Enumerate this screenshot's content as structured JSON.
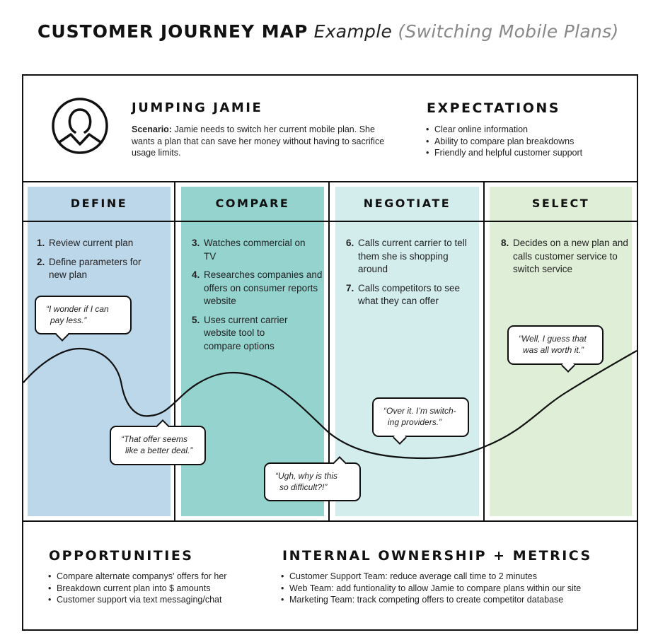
{
  "title": {
    "main": "CUSTOMER JOURNEY MAP",
    "example": "Example",
    "subtitle": "(Switching Mobile Plans)"
  },
  "persona": {
    "icon": "user-avatar-icon",
    "name": "JUMPING JAMIE",
    "scenario_label": "Scenario:",
    "scenario_text": "Jamie needs to switch her current mobile plan. She wants a plan that can save her money without having to sacrifice usage limits."
  },
  "expectations": {
    "title": "EXPECTATIONS",
    "items": [
      "Clear online information",
      "Ability to compare plan breakdowns",
      "Friendly and helpful customer support"
    ]
  },
  "phases": [
    {
      "label": "DEFINE",
      "color": "#bdd7ea",
      "steps": [
        {
          "num": "1.",
          "text": "Review current plan"
        },
        {
          "num": "2.",
          "text": "Define parameters for new plan"
        }
      ]
    },
    {
      "label": "COMPARE",
      "color": "#95d3cf",
      "steps": [
        {
          "num": "3.",
          "text": "Watches commercial on TV"
        },
        {
          "num": "4.",
          "text": "Researches companies and offers on consumer reports website"
        },
        {
          "num": "5.",
          "text": "Uses current carrier website tool to compare options"
        }
      ]
    },
    {
      "label": "NEGOTIATE",
      "color": "#d3ecec",
      "steps": [
        {
          "num": "6.",
          "text": "Calls current carrier to tell them she is shopping around"
        },
        {
          "num": "7.",
          "text": "Calls competitors to see what they can offer"
        }
      ]
    },
    {
      "label": "SELECT",
      "color": "#dfeed7",
      "steps": [
        {
          "num": "8.",
          "text": "Decides on a new plan and calls customer service to switch service"
        }
      ]
    }
  ],
  "quotes": [
    {
      "line1": "“I wonder if I can",
      "line2": "pay less.”"
    },
    {
      "line1": "“That offer seems",
      "line2": "like a better deal.”"
    },
    {
      "line1": "“Ugh, why is this",
      "line2": "so difficult?!”"
    },
    {
      "line1": "“Over it. I’m switch-",
      "line2": "ing providers.”"
    },
    {
      "line1": "“Well, I guess that",
      "line2": "was all worth it.”"
    }
  ],
  "emotion_curve": {
    "description": "Emotional journey line across phases",
    "relative_levels": [
      {
        "phase": "DEFINE",
        "shape": "rises to a high then dips low"
      },
      {
        "phase": "COMPARE",
        "shape": "rises to a moderate peak then falls"
      },
      {
        "phase": "NEGOTIATE",
        "shape": "lowest point"
      },
      {
        "phase": "SELECT",
        "shape": "rises steadily to the highest point"
      }
    ]
  },
  "opportunities": {
    "title": "OPPORTUNITIES",
    "items": [
      "Compare alternate companys' offers for her",
      "Breakdown current plan into $ amounts",
      "Customer support via text messaging/chat"
    ]
  },
  "ownership": {
    "title": "INTERNAL OWNERSHIP + METRICS",
    "items": [
      "Customer Support Team: reduce average call time to 2 minutes",
      "Web Team: add funtionality to allow Jamie to compare plans within our site",
      "Marketing Team: track competing offers to create competitor database"
    ]
  }
}
